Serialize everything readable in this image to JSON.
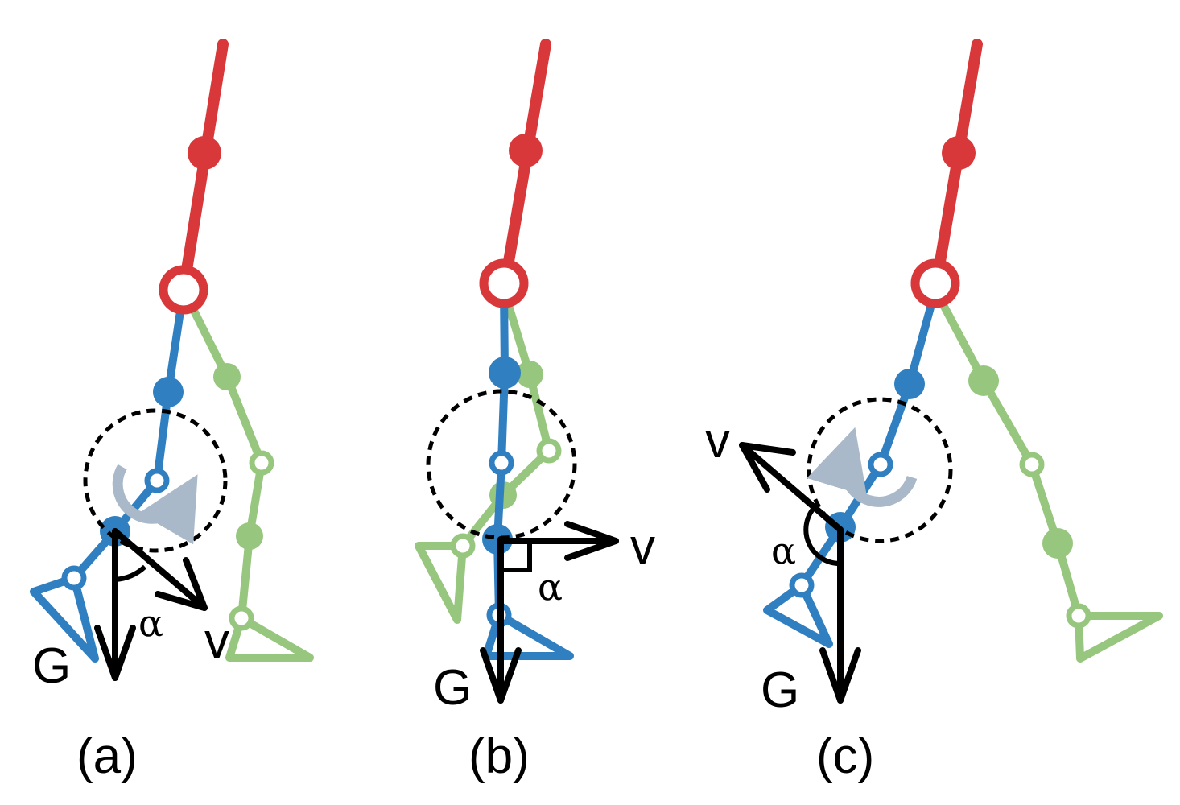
{
  "colors": {
    "torso": "#d9383a",
    "stance_leg": "#2f7fc1",
    "swing_leg": "#97c67e",
    "arrow": "#000000",
    "rotation_arrow": "#a9b9c9",
    "dashed_circle": "#000000"
  },
  "panels": [
    {
      "caption": "(a)",
      "gravity_label": "G",
      "velocity_label": "v",
      "angle_label": "α",
      "rotation_icon": "counter-rotation-arrow-icon",
      "angle_type": "acute"
    },
    {
      "caption": "(b)",
      "gravity_label": "G",
      "velocity_label": "v",
      "angle_label": "α",
      "angle_type": "right"
    },
    {
      "caption": "(c)",
      "gravity_label": "G",
      "velocity_label": "v",
      "angle_label": "α",
      "rotation_icon": "rotation-arrow-icon",
      "angle_type": "obtuse"
    }
  ]
}
